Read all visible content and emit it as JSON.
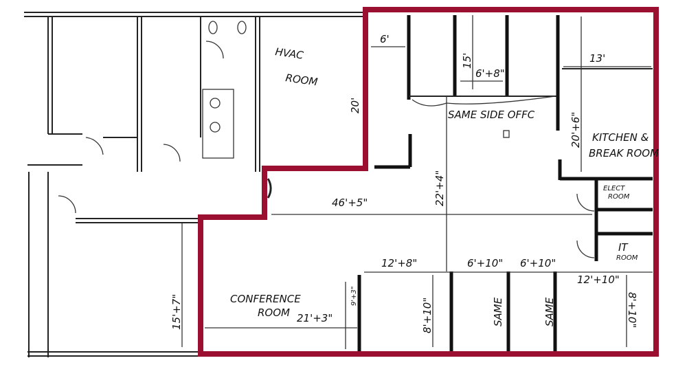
{
  "highlight_color": "#9b1030",
  "rooms": {
    "hvac": [
      "HVAC",
      "ROOM"
    ],
    "kitchen": [
      "KITCHEN &",
      "BREAK ROOM"
    ],
    "elect": [
      "ELECT",
      "ROOM"
    ],
    "it": [
      "IT",
      "ROOM"
    ],
    "conference": [
      "CONFERENCE",
      "ROOM"
    ],
    "same_side_offc": "SAME SIDE OFFC",
    "same_1": "SAME",
    "same_2": "SAME"
  },
  "dimensions": {
    "hvac_height": "20'",
    "corridor_6": "6'",
    "office_depth": "15'",
    "office_width": "6'+8\"",
    "kitchen_width": "13'",
    "kitchen_height": "20'+6\"",
    "center_height": "22'+4\"",
    "main_width": "46'+5\"",
    "office_a_width": "12'+8\"",
    "office_b_width": "6'+10\"",
    "office_c_width": "6'+10\"",
    "office_d_width": "12'+10\"",
    "conference_width": "21'+3\"",
    "conference_door": "9'+3\"",
    "office_a_depth": "8'+10\"",
    "office_d_depth": "8'+10\"",
    "left_height": "15'+7\""
  }
}
